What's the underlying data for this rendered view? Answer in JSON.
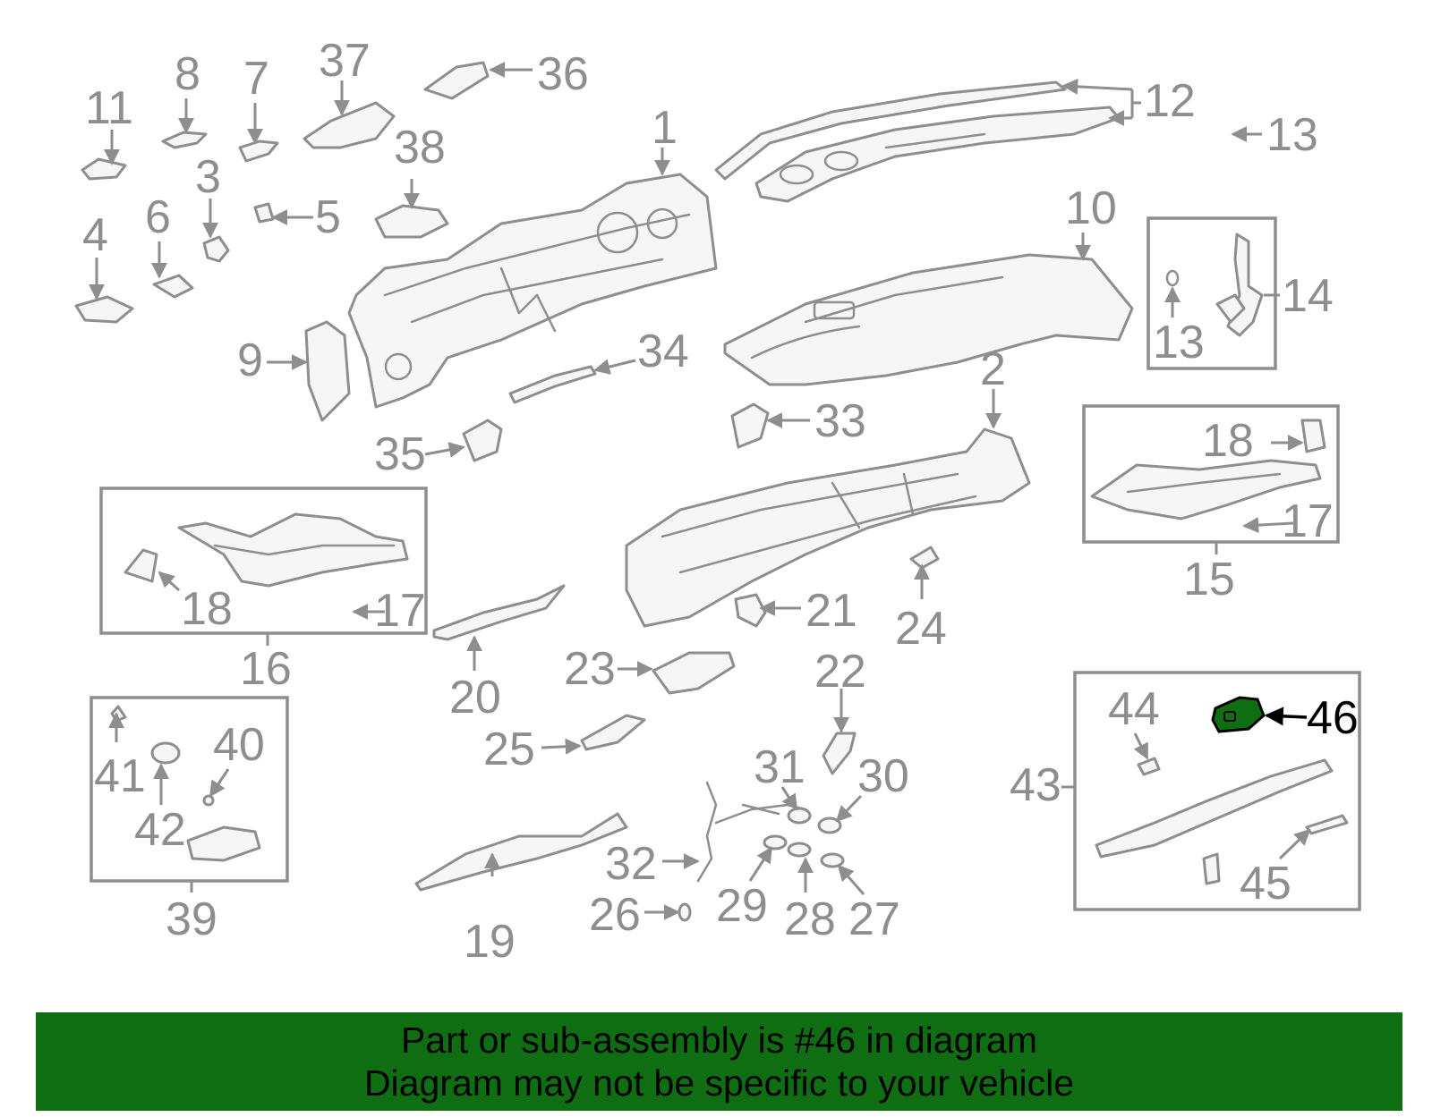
{
  "diagram": {
    "highlight_color": "#0f6e12",
    "line_color": "#8e8e8e",
    "highlighted_part": "46",
    "callouts": [
      "1",
      "2",
      "3",
      "4",
      "5",
      "6",
      "7",
      "8",
      "9",
      "10",
      "11",
      "12",
      "13",
      "13",
      "14",
      "15",
      "16",
      "17",
      "17",
      "18",
      "18",
      "19",
      "20",
      "21",
      "22",
      "23",
      "24",
      "25",
      "26",
      "27",
      "28",
      "29",
      "30",
      "31",
      "32",
      "33",
      "34",
      "35",
      "36",
      "37",
      "38",
      "39",
      "40",
      "41",
      "42",
      "43",
      "44",
      "45",
      "46"
    ]
  },
  "banner": {
    "background": "#0f6e12",
    "line1": "Part or sub-assembly is #46 in diagram",
    "line2": "Diagram may not be specific to your vehicle"
  }
}
